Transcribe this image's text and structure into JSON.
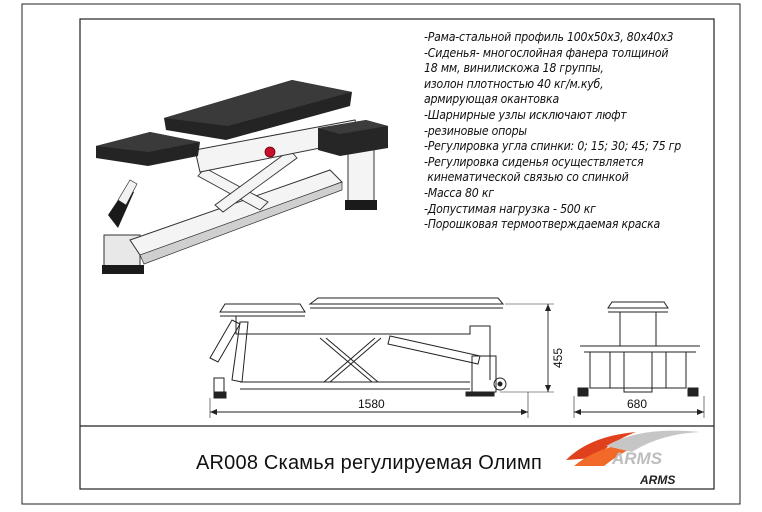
{
  "spec_lines": [
    "-Рама-стальной профиль 100х50х3, 80х40х3",
    "-Сиденья- многослойная фанера толщиной",
    "18 мм, винилискожа 18 группы,",
    "изолон плотностью 40 кг/м.куб,",
    "армирующая окантовка",
    "-Шарнирные узлы исключают люфт",
    "-резиновые опоры",
    "-Регулировка угла спинки: 0; 15; 30; 45; 75 гр",
    "-Регулировка сиденья осуществляется",
    " кинематической связью со спинкой",
    "-Масса 80 кг",
    "-Допустимая нагрузка - 500 кг",
    "-Порошковая термоотверждаемая краска"
  ],
  "dimensions": {
    "length": "1580",
    "height": "455",
    "width": "680"
  },
  "caption": "AR008 Скамья регулируемая Олимп",
  "brand": {
    "name_top": "ARMS",
    "name_bottom": "ARMS",
    "accent": "#e0401c"
  }
}
